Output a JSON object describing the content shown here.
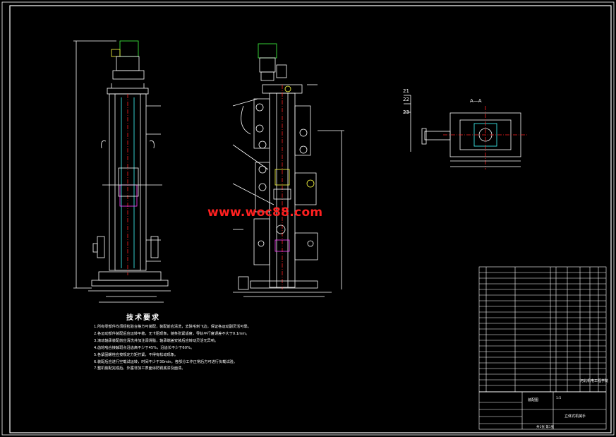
{
  "watermark": "www.woc88.com",
  "tech_title": "技术要求",
  "notes": [
    "1.所有零部件均须经检验合格方可装配，装配前应清洗，去除毛刺飞边，保证各运动副灵活可靠。",
    "2.各运动部件装配后应运转平稳，无卡阻现象，链条张紧适度，导轨平行度误差不大于0.1mm。",
    "3.滚动轴承装配前应清洗并加注润滑脂，轴承端盖安装后应转动灵活无异响。",
    "4.齿轮啮合接触斑点沿齿高不少于45%，沿齿长不少于60%。",
    "5.各紧固螺栓应按规定力矩拧紧，不得有松动现象。",
    "6.装配后应进行空载试运转，时间不少于30min，各部分工作正常后方可进行负载试验。",
    "7.整机装配完成后，外露非加工表面涂防锈底漆及面漆。"
  ],
  "section_label": "A—A",
  "callouts": [
    "21",
    "22",
    "23"
  ],
  "title_block": {
    "school": "河北机电工程学院",
    "drawing_name": "立体式机械手",
    "material": "装配图",
    "scale": "1:5",
    "sheet": "共1张 第1张"
  },
  "colors": {
    "line_white": "#ffffff",
    "accent_red": "#ff2020",
    "detail_yellow": "#ffff40",
    "detail_cyan": "#40ffff",
    "detail_green": "#40ff40",
    "detail_magenta": "#ff40ff"
  }
}
